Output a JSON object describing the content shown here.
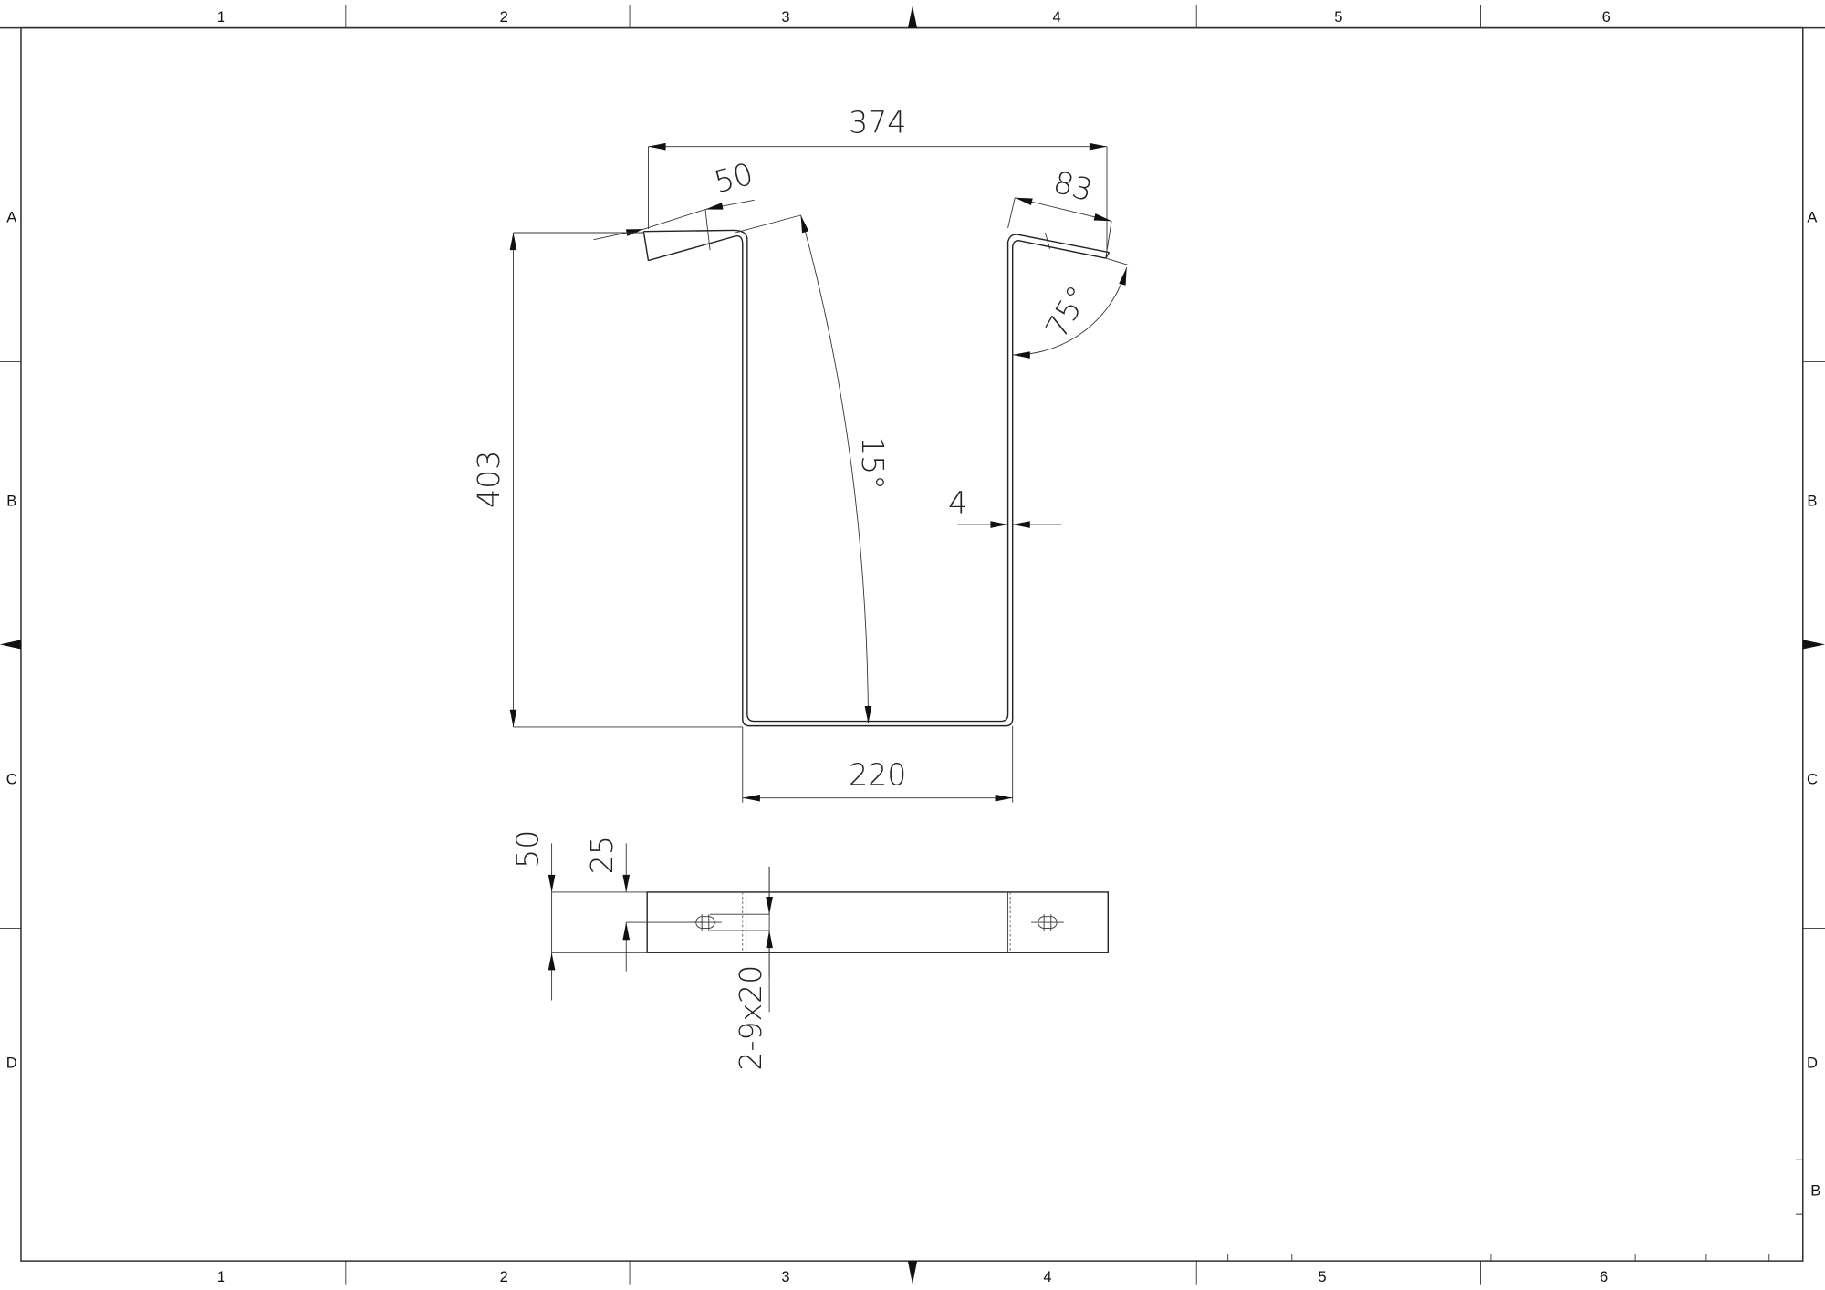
{
  "sheet": {
    "columns_top": [
      "1",
      "2",
      "3",
      "4",
      "5",
      "6"
    ],
    "columns_bottom": [
      "1",
      "2",
      "3",
      "4",
      "5",
      "6"
    ],
    "rows_left": [
      "A",
      "B",
      "C",
      "D"
    ],
    "rows_right": [
      "A",
      "B",
      "C",
      "D"
    ],
    "title_block_fragment": "B"
  },
  "front_view": {
    "overall_width": "374",
    "left_flange": "50",
    "right_flange": "83",
    "flange_angle": "75°",
    "height": "403",
    "lip_angle": "15°",
    "thickness": "4",
    "bottom_width": "220"
  },
  "top_view": {
    "width": "50",
    "slot_offset": "25",
    "slot_spec": "2-9x20"
  }
}
